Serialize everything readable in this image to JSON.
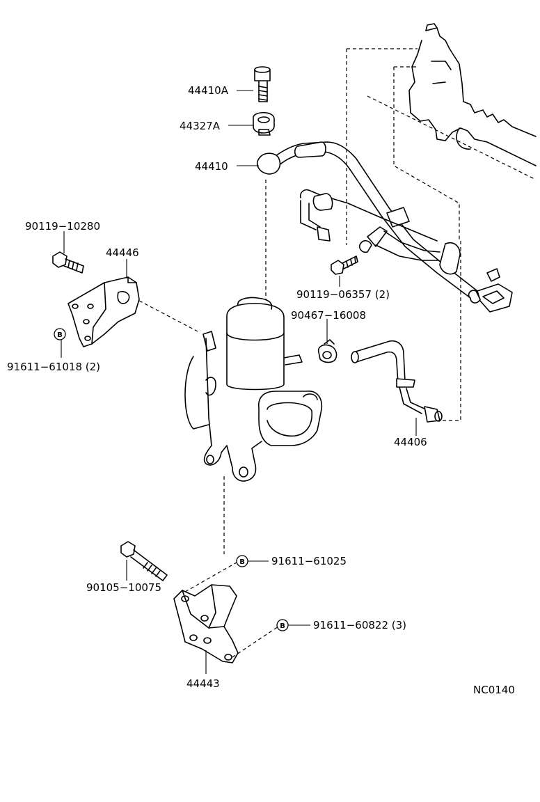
{
  "labels": {
    "p44410A": "44410A",
    "p44327A": "44327A",
    "p44410": "44410",
    "p90119_10280": "90119−10280",
    "p44446": "44446",
    "p90119_06357": "90119−06357 (2)",
    "p90467_16008": "90467−16008",
    "p91611_61018": "91611−61018 (2)",
    "p44406": "44406",
    "p91611_61025": "91611−61025",
    "p90105_10075": "90105−10075",
    "p91611_60822": "91611−60822 (3)",
    "p44443": "44443",
    "diagram_code": "NC0140"
  },
  "badge": "B"
}
